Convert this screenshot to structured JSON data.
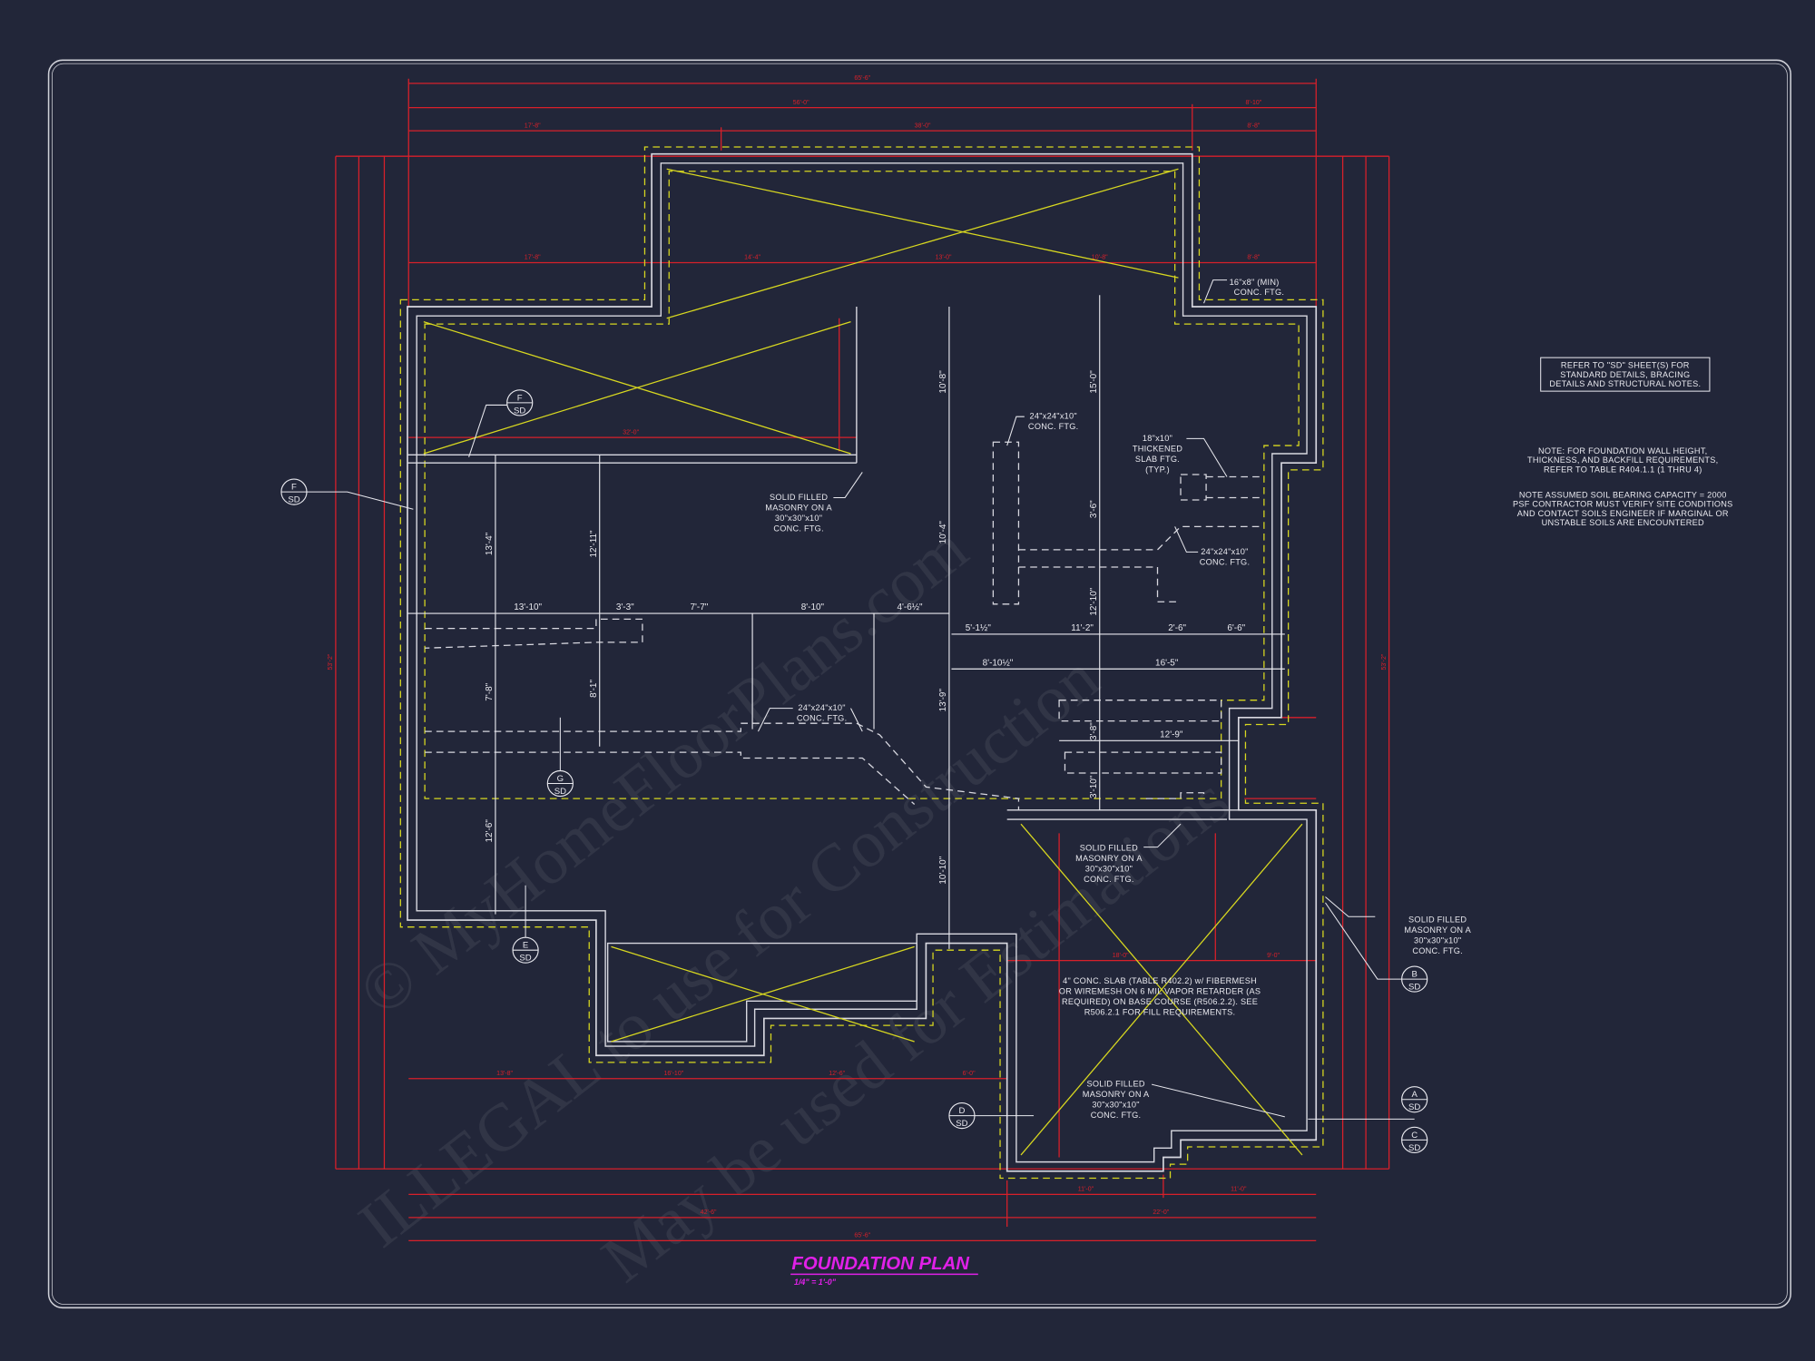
{
  "title": "FOUNDATION PLAN",
  "scale": "1/4\" = 1'-0\"",
  "colors": {
    "background": "#222639",
    "wall": "#d8d8e0",
    "footing": "#d8d820",
    "dimension": "#d8202a",
    "title": "#e020e8"
  },
  "watermark": {
    "line1": "© MyHomeFloorPlans.com",
    "line2": "ILLEGAL to use for Construction",
    "line3": "May be used for Estimations"
  },
  "general_notes": {
    "refer_box": [
      "REFER TO \"SD\" SHEET(S) FOR",
      "STANDARD DETAILS, BRACING",
      "DETAILS AND STRUCTURAL NOTES."
    ],
    "wall_note": [
      "NOTE: FOR FOUNDATION WALL HEIGHT,",
      "THICKNESS, AND BACKFILL REQUIREMENTS,",
      "REFER TO TABLE R404.1.1 (1 THRU 4)"
    ],
    "soil_note": [
      "NOTE ASSUMED SOIL BEARING CAPACITY = 2000",
      "PSF CONTRACTOR MUST VERIFY SITE CONDITIONS",
      "AND CONTACT SOILS ENGINEER IF MARGINAL OR",
      "UNSTABLE SOILS ARE ENCOUNTERED"
    ]
  },
  "callouts": {
    "min_ftg": [
      "16\"x8\" (MIN)",
      "CONC. FTG."
    ],
    "ftg_24_a": [
      "24\"x24\"x10\"",
      "CONC. FTG."
    ],
    "ftg_24_b": [
      "24\"x24\"x10\"",
      "CONC. FTG."
    ],
    "ftg_24_c": [
      "24\"x24\"x10\"",
      "CONC. FTG."
    ],
    "thickened": [
      "18\"x10\"",
      "THICKENED",
      "SLAB FTG.",
      "(TYP.)"
    ],
    "masonry_a": [
      "SOLID FILLED",
      "MASONRY ON A",
      "30\"x30\"x10\"",
      "CONC. FTG."
    ],
    "masonry_b": [
      "SOLID FILLED",
      "MASONRY ON A",
      "30\"x30\"x10\"",
      "CONC. FTG."
    ],
    "masonry_c": [
      "SOLID FILLED",
      "MASONRY ON A",
      "30\"x30\"x10\"",
      "CONC. FTG."
    ],
    "masonry_d": [
      "SOLID FILLED",
      "MASONRY ON A",
      "30\"x30\"x10\"",
      "CONC. FTG."
    ],
    "slab": [
      "4\" CONC. SLAB (TABLE R402.2) w/ FIBERMESH",
      "OR WIREMESH ON 6 MIL VAPOR RETARDER (AS",
      "REQUIRED) ON BASE COURSE (R506.2.2). SEE",
      "R506.2.1 FOR FILL REQUIREMENTS."
    ]
  },
  "interior_dims": {
    "d13_10": "13'-10\"",
    "d3_3": "3'-3\"",
    "d7_7": "7'-7\"",
    "d8_10": "8'-10\"",
    "d4_6": "4'-6½\"",
    "d5_1": "5'-1½\"",
    "d11_2": "11'-2\"",
    "d2_6": "2'-6\"",
    "d6_6": "6'-6\"",
    "d8_10h": "8'-10½\"",
    "d16_5": "16'-5\"",
    "d12_9": "12'-9\"",
    "v13_4": "13'-4\"",
    "v12_11": "12'-11\"",
    "v7_8": "7'-8\"",
    "v8_1": "8'-1\"",
    "v12_6": "12'-6\"",
    "v10_8": "10'-8\"",
    "v10_4": "10'-4\"",
    "v13_9": "13'-9\"",
    "v10_10": "10'-10\"",
    "v15_0": "15'-0\"",
    "v3_6": "3'-6\"",
    "v12_10": "12'-10\"",
    "v3_8": "3'-8\"",
    "v3_10": "3'-10\""
  },
  "exterior_dims": {
    "top1": "65'-6\"",
    "top2a": "56'-0\"",
    "top2b": "8'-10\"",
    "top3a": "17'-8\"",
    "top3b": "38'-0\"",
    "top3c": "8'-8\"",
    "mid_a": "17'-8\"",
    "mid_b": "14'-4\"",
    "mid_c": "13'-0\"",
    "mid_d": "10'-8\"",
    "mid_e": "8'-8\"",
    "inner_32": "32'-0\"",
    "bot1": "65'-6\"",
    "bot2a": "42'-6\"",
    "bot2b": "22'-0\"",
    "bot3a": "11'-0\"",
    "bot3b": "11'-0\"",
    "g18": "18'-0\"",
    "g9": "9'-0\"",
    "b13": "13'-8\"",
    "b16": "16'-10\"",
    "b12": "12'-6\"",
    "b6": "6'-0\"",
    "left_total": "53'-2\"",
    "right_total": "53'-2\""
  },
  "section_markers": [
    {
      "letter": "F",
      "sheet": "SD"
    },
    {
      "letter": "F",
      "sheet": "SD"
    },
    {
      "letter": "G",
      "sheet": "SD"
    },
    {
      "letter": "E",
      "sheet": "SD"
    },
    {
      "letter": "D",
      "sheet": "SD"
    },
    {
      "letter": "B",
      "sheet": "SD"
    },
    {
      "letter": "A",
      "sheet": "SD"
    },
    {
      "letter": "C",
      "sheet": "SD"
    }
  ]
}
